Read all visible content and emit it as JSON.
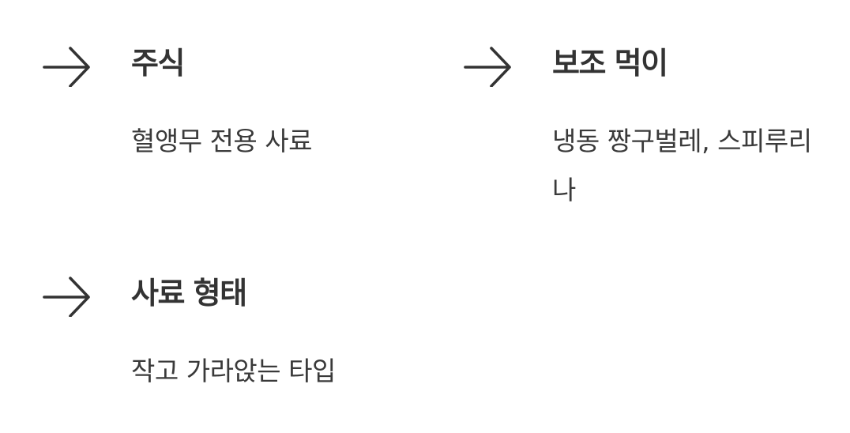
{
  "items": [
    {
      "title": "주식",
      "description": "혈앵무 전용 사료",
      "icon": "arrow-right-icon"
    },
    {
      "title": "보조 먹이",
      "description": "냉동 짱구벌레, 스피루리나",
      "icon": "arrow-right-icon"
    },
    {
      "title": "사료 형태",
      "description": "작고 가라앉는 타입",
      "icon": "arrow-right-icon"
    }
  ],
  "colors": {
    "text": "#333333",
    "background": "#ffffff"
  }
}
